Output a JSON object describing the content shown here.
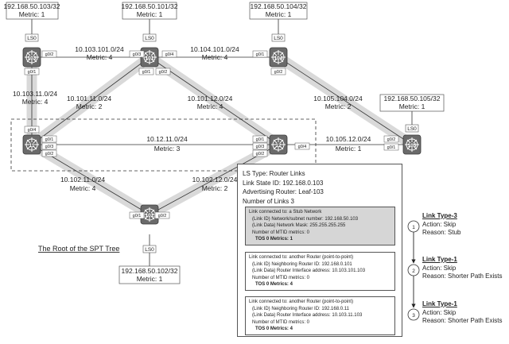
{
  "routers": [
    {
      "id": "103",
      "loopback": "LS0"
    },
    {
      "id": "101",
      "loopback": "LS0"
    },
    {
      "id": "104",
      "loopback": "LS0"
    },
    {
      "id": "11",
      "loopback": ""
    },
    {
      "id": "12",
      "loopback": ""
    },
    {
      "id": "105",
      "loopback": "LS0"
    },
    {
      "id": "102",
      "loopback": "LS0"
    }
  ],
  "stubs": [
    {
      "prefix": "192.168.50.103/32",
      "metric": "Metric: 1"
    },
    {
      "prefix": "192.168.50.101/32",
      "metric": "Metric: 1"
    },
    {
      "prefix": "192.168.50.104/32",
      "metric": "Metric: 1"
    },
    {
      "prefix": "192.168.50.105/32",
      "metric": "Metric: 1"
    },
    {
      "prefix": "192.168.50.102/32",
      "metric": "Metric: 1"
    }
  ],
  "links": [
    {
      "prefix": "10.103.101.0/24",
      "metric": "Metric: 4"
    },
    {
      "prefix": "10.104.101.0/24",
      "metric": "Metric: 4"
    },
    {
      "prefix": "10.103.11.0/24",
      "metric": "Metric: 4"
    },
    {
      "prefix": "10.101.11.0/24",
      "metric": "Metric: 2"
    },
    {
      "prefix": "10.101.12.0/24",
      "metric": "Metric: 4"
    },
    {
      "prefix": "10.105.104.0/24",
      "metric": "Metric: 2"
    },
    {
      "prefix": "10.12.11.0/24",
      "metric": "Metric: 3"
    },
    {
      "prefix": "10.105.12.0/24",
      "metric": "Metric: 1"
    },
    {
      "prefix": "10.102.11.0/24",
      "metric": "Metric: 4"
    },
    {
      "prefix": "10.102.12.0/24",
      "metric": "Metric: 2"
    }
  ],
  "interfaces": {
    "r103_g02": "g0/2",
    "r103_g01": "g0/1",
    "r101_g03": "g0/3",
    "r101_g04": "g0/4",
    "r101_g01": "g0/1",
    "r101_g02": "g0/2",
    "r104_g01": "g0/1",
    "r104_g02": "g0/2",
    "r11_g04": "g0/4",
    "r11_g01": "g0/1",
    "r11_g03": "g0/3",
    "r11_g02": "g0/2",
    "r12_g01": "g0/1",
    "r12_g03": "g0/3",
    "r12_g02": "g0/2",
    "r12_g04": "g0/4",
    "r105_g02": "g0/2",
    "r105_g01": "g0/1",
    "r102_g01": "g0/1",
    "r102_g02": "g0/2"
  },
  "spt_root_label": "The Root of the SPT Tree",
  "lsa": {
    "ls_type": "LS Type: Router Links",
    "link_state_id": "Link State ID: 192.168.0.103",
    "adv_router": "Advertising Router: Leaf-103",
    "num_links": "Number of Links 3",
    "links": [
      {
        "connected": "Link connected to: a Stub Network",
        "line1": "(Link ID) Network/subnet number: 192.168.50.103",
        "line2": "(Link Data) Network Mask: 255.255.255.255",
        "mtid": "Number of MTID metrics: 0",
        "tos": "TOS 0 Metrics: 1"
      },
      {
        "connected": "Link connected to: another Router (point-to-point)",
        "line1": "(Link ID) Neighboring Router ID: 192.168.0.101",
        "line2": "(Link Data) Router Interface address: 10.103.101.103",
        "mtid": "Number of MTID metrics: 0",
        "tos": "TOS 0 Metrics: 4"
      },
      {
        "connected": "Link connected to: another Router (point-to-point)",
        "line1": "(Link ID) Neighboring Router ID: 192.168.0.11",
        "line2": "(Link Data) Router Interface address: 10.103.11.103",
        "mtid": "Number of MTID metrics: 0",
        "tos": "TOS 0 Metrics: 4"
      }
    ]
  },
  "steps": [
    {
      "num": "1",
      "title": "Link Type-3",
      "action": "Action: Skip",
      "reason": "Reason: Stub"
    },
    {
      "num": "2",
      "title": "Link Type-1",
      "action": "Action: Skip",
      "reason": "Reason: Shorter Path Exists"
    },
    {
      "num": "3",
      "title": "Link Type-1",
      "action": "Action: Skip",
      "reason": "Reason: Shorter Path Exists"
    }
  ]
}
